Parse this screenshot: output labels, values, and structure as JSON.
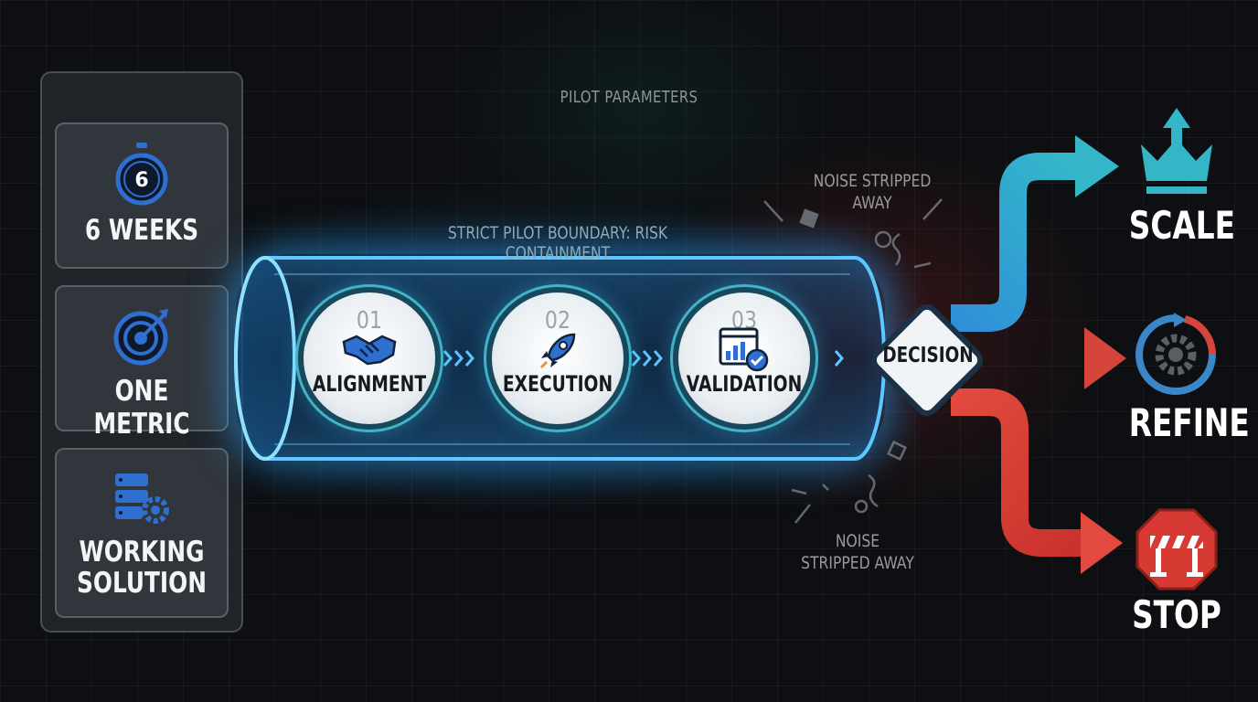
{
  "params": {
    "title": "PILOT PARAMETERS",
    "items": [
      {
        "label": "6 WEEKS",
        "icon": "stopwatch-icon",
        "badge": "6"
      },
      {
        "label": "ONE METRIC",
        "icon": "target-icon"
      },
      {
        "label": "WORKING\nSOLUTION",
        "line1": "WORKING",
        "line2": "SOLUTION",
        "icon": "server-gear-icon"
      }
    ]
  },
  "boundary_label": "STRICT PILOT BOUNDARY: RISK CONTAINMENT",
  "stages": [
    {
      "number": "01",
      "label": "ALIGNMENT",
      "icon": "handshake-icon"
    },
    {
      "number": "02",
      "label": "EXECUTION",
      "icon": "rocket-icon"
    },
    {
      "number": "03",
      "label": "VALIDATION",
      "icon": "chart-check-icon"
    }
  ],
  "decision": "DECISION",
  "noise": {
    "top_line1": "NOISE STRIPPED",
    "top_line2": "AWAY",
    "bottom_line1": "NOISE",
    "bottom_line2": "STRIPPED AWAY"
  },
  "outcomes": [
    {
      "label": "SCALE",
      "icon": "crown-arrow-icon",
      "color": "#2a8fc6"
    },
    {
      "label": "REFINE",
      "icon": "cycle-gear-icon",
      "color": "#3f7fb0"
    },
    {
      "label": "STOP",
      "icon": "stop-barrier-icon",
      "color": "#d63a32"
    }
  ],
  "colors": {
    "accent_blue": "#3aa8e6",
    "accent_teal": "#3fc9c0",
    "accent_red": "#d63a32"
  }
}
